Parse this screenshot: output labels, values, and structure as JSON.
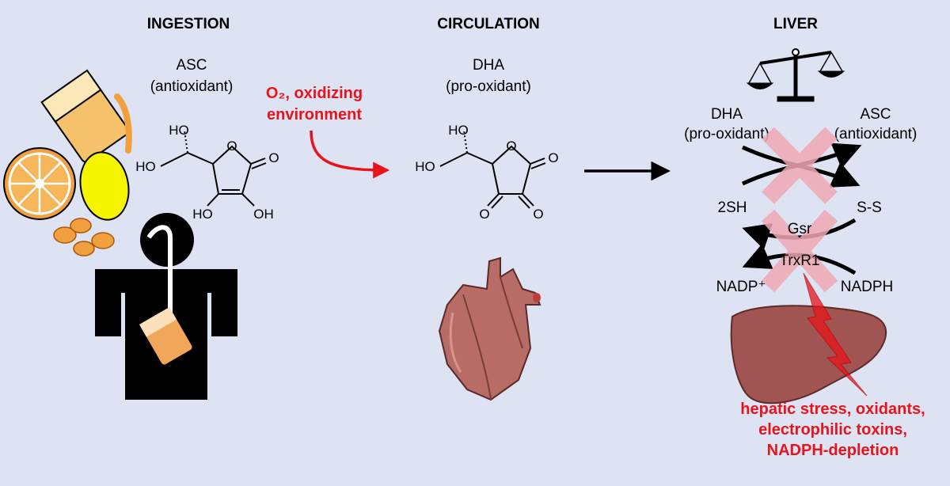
{
  "headings": {
    "ingestion": "INGESTION",
    "circulation": "CIRCULATION",
    "liver": "LIVER"
  },
  "ingestion": {
    "molecule_name": "ASC",
    "molecule_role": "(antioxidant)",
    "atoms": {
      "ho_top": "HO",
      "ho_left": "HO",
      "o_ring": "O",
      "o_carbonyl": "O",
      "ho_bottom_left": "HO",
      "oh_bottom_right": "OH"
    }
  },
  "transition": {
    "line1": "O₂, oxidizing",
    "line2": "environment"
  },
  "circulation": {
    "molecule_name": "DHA",
    "molecule_role": "(pro-oxidant)",
    "atoms": {
      "ho_top": "HO",
      "ho_left": "HO",
      "o_ring": "O",
      "o_carbonyl": "O",
      "o_bottom_left": "O",
      "o_bottom_right": "O"
    }
  },
  "liver": {
    "dha_name": "DHA",
    "dha_role": "(pro-oxidant)",
    "asc_name": "ASC",
    "asc_role": "(antioxidant)",
    "thiol": "2SH",
    "disulfide": "S-S",
    "enzyme1": "Gsr",
    "enzyme2": "TrxR1",
    "nadp": "NADP⁺",
    "nadph": "NADPH",
    "stress_lines": [
      "hepatic stress, oxidants,",
      "electrophilic toxins,",
      "NADPH-depletion"
    ]
  },
  "colors": {
    "background": "#dde3f3",
    "accent_red": "#e8141b",
    "x_pink": "#f0a9b4",
    "liver": "#a05552",
    "heart": "#b86c66",
    "orange": "#f2a03d",
    "lemon": "#f5f500"
  }
}
